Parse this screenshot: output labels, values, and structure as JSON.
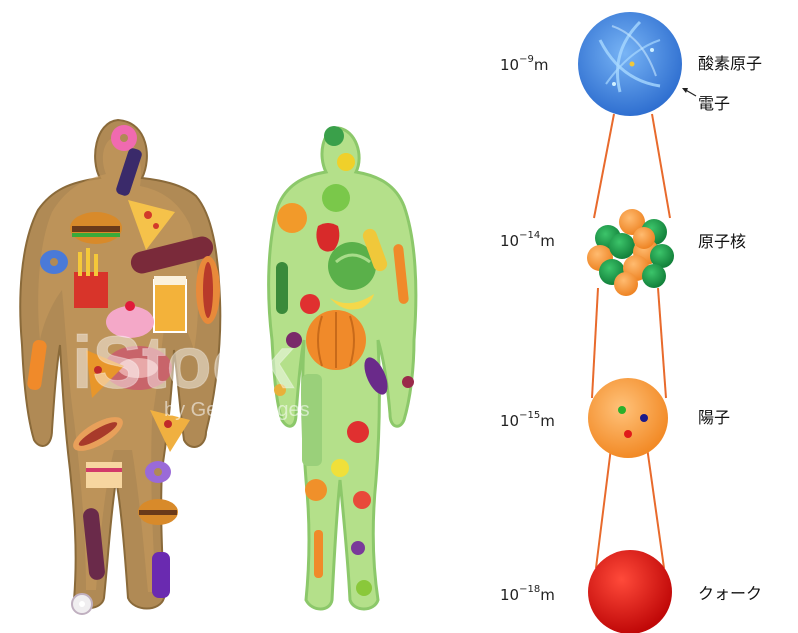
{
  "watermark": {
    "brand": "iStock",
    "credit": "by Getty Images"
  },
  "scale_levels": [
    {
      "base": "10",
      "exponent": "−9",
      "unit": "m",
      "name": "酸素原子",
      "annotation": "電子"
    },
    {
      "base": "10",
      "exponent": "−14",
      "unit": "m",
      "name": "原子核"
    },
    {
      "base": "10",
      "exponent": "−15",
      "unit": "m",
      "name": "陽子"
    },
    {
      "base": "10",
      "exponent": "−18",
      "unit": "m",
      "name": "クォーク"
    }
  ],
  "colors": {
    "atom": "#4d8fe0",
    "nucleus_orange": "#f7983a",
    "nucleus_green": "#1e9a4a",
    "proton": "#f9a03c",
    "quark": "#e01010",
    "connector": "#e86a2c",
    "junk_body": "#a8834a",
    "healthy_body": "#a9dc7c"
  }
}
